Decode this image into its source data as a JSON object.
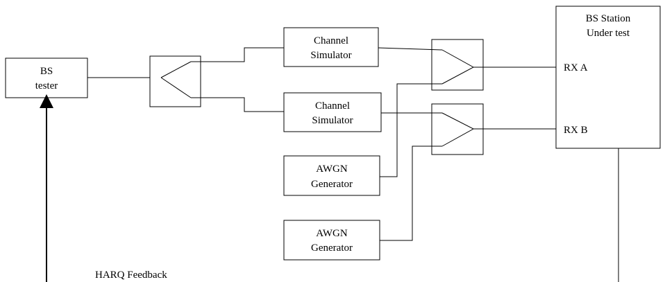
{
  "diagram": {
    "bs_tester": {
      "line1": "BS",
      "line2": "tester"
    },
    "channel_sim_a": {
      "line1": "Channel",
      "line2": "Simulator"
    },
    "channel_sim_b": {
      "line1": "Channel",
      "line2": "Simulator"
    },
    "awgn_a": {
      "line1": "AWGN",
      "line2": "Generator"
    },
    "awgn_b": {
      "line1": "AWGN",
      "line2": "Generator"
    },
    "bs_station": {
      "line1": "BS Station",
      "line2": "Under test",
      "port_a": "RX A",
      "port_b": "RX B"
    },
    "feedback_label": "HARQ Feedback"
  }
}
